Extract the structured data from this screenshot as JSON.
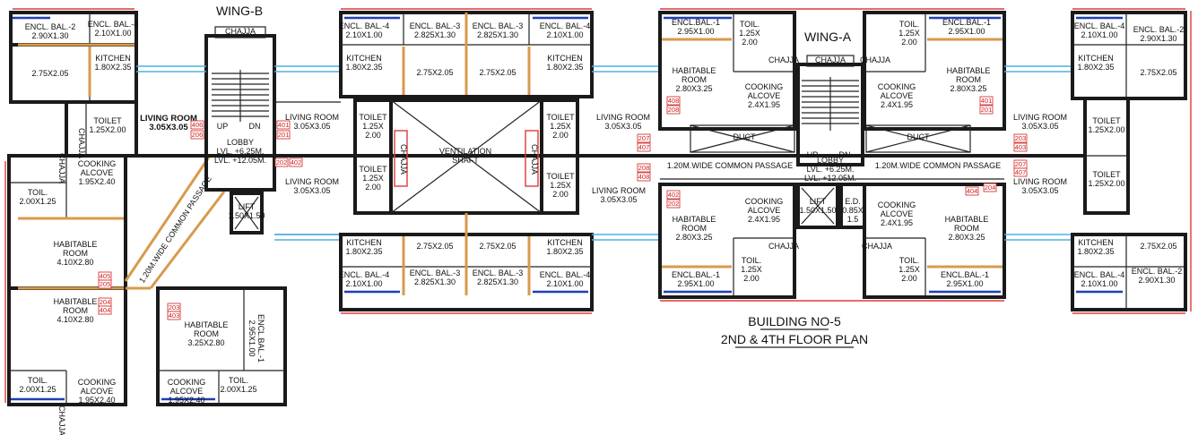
{
  "titles": {
    "wing_b": "WING-B",
    "wing_a": "WING-A",
    "building": "BUILDING NO-5",
    "floor_plan": "2ND & 4TH FLOOR PLAN"
  },
  "room_labels": [
    {
      "id": "b-encl-bal-2-top",
      "lines": [
        "ENCL. BAL.-2",
        "2.90X1.30"
      ]
    },
    {
      "id": "b-encl-bal-4-top",
      "lines": [
        "ENCL. BAL.-4",
        "2.10X1.00"
      ]
    },
    {
      "id": "b-kitchen-top",
      "lines": [
        "KITCHEN",
        "1.80X2.35"
      ]
    },
    {
      "id": "b-room-top",
      "lines": [
        "2.75X2.05"
      ]
    },
    {
      "id": "b-living-left",
      "lines": [
        "LIVING ROOM",
        "3.05X3.05"
      ],
      "bold": true
    },
    {
      "id": "b-toilet-left",
      "lines": [
        "TOILET",
        "1.25X2.00"
      ]
    },
    {
      "id": "b-chajja-v1",
      "lines": [
        "CHAJJA"
      ],
      "vertical": true
    },
    {
      "id": "b-chajja-v2",
      "lines": [
        "CHAJJA"
      ],
      "vertical": true
    },
    {
      "id": "b-toil-w1",
      "lines": [
        "TOIL.",
        "2.00X1.25"
      ]
    },
    {
      "id": "b-cooking-w1",
      "lines": [
        "COOKING",
        "ALCOVE",
        "1.95X2.40"
      ]
    },
    {
      "id": "b-habitable-w1",
      "lines": [
        "HABITABLE",
        "ROOM",
        "4.10X2.80"
      ]
    },
    {
      "id": "b-passage",
      "lines": [
        "1.20M.WIDE COMMON PASSAGE"
      ],
      "rotated": true
    },
    {
      "id": "b-habitable-w2",
      "lines": [
        "HABITABLE",
        "ROOM",
        "4.10X2.80"
      ]
    },
    {
      "id": "b-toil-w2",
      "lines": [
        "TOIL.",
        "2.00X1.25"
      ]
    },
    {
      "id": "b-cooking-w2",
      "lines": [
        "COOKING",
        "ALCOVE",
        "1.95X2.40"
      ]
    },
    {
      "id": "b-chajja-v3",
      "lines": [
        "CHAJJA"
      ],
      "vertical": true
    },
    {
      "id": "b-habitable-c",
      "lines": [
        "HABITABLE",
        "ROOM",
        "3.25X2.80"
      ]
    },
    {
      "id": "b-encl-bal-1-v",
      "lines": [
        "ENCL.BAL.-1",
        "2.95X1.00"
      ],
      "vertical": true
    },
    {
      "id": "b-cooking-c",
      "lines": [
        "COOKING",
        "ALCOVE",
        "1.95X2.40"
      ]
    },
    {
      "id": "b-toil-c",
      "lines": [
        "TOIL.",
        "2.00X1.25"
      ]
    },
    {
      "id": "b-chajja-stair",
      "lines": [
        "CHAJJA"
      ]
    },
    {
      "id": "b-up",
      "lines": [
        "UP"
      ]
    },
    {
      "id": "b-dn",
      "lines": [
        "DN"
      ]
    },
    {
      "id": "b-lobby",
      "lines": [
        "LOBBY",
        "LVL. +6.25M.",
        "LVL. +12.05M."
      ]
    },
    {
      "id": "b-lift",
      "lines": [
        "LIFT",
        "1.50X1.50"
      ]
    },
    {
      "id": "b-living-r1",
      "lines": [
        "LIVING ROOM",
        "3.05X3.05"
      ]
    },
    {
      "id": "b-living-r2",
      "lines": [
        "LIVING ROOM",
        "3.05X3.05"
      ]
    },
    {
      "id": "m-encl4-tl",
      "lines": [
        "ENCL. BAL.-4",
        "2.10X1.00"
      ]
    },
    {
      "id": "m-encl3-tl",
      "lines": [
        "ENCL. BAL.-3",
        "2.825X1.30"
      ]
    },
    {
      "id": "m-encl3-tr",
      "lines": [
        "ENCL. BAL.-3",
        "2.825X1.30"
      ]
    },
    {
      "id": "m-encl4-tr",
      "lines": [
        "ENCL. BAL.-4",
        "2.10X1.00"
      ]
    },
    {
      "id": "m-kitchen-tl",
      "lines": [
        "KITCHEN",
        "1.80X2.35"
      ]
    },
    {
      "id": "m-room-tl",
      "lines": [
        "2.75X2.05"
      ]
    },
    {
      "id": "m-room-tr",
      "lines": [
        "2.75X2.05"
      ]
    },
    {
      "id": "m-kitchen-tr",
      "lines": [
        "KITCHEN",
        "1.80X2.35"
      ]
    },
    {
      "id": "m-toilet-1",
      "lines": [
        "TOILET",
        "1.25X",
        "2.00"
      ]
    },
    {
      "id": "m-toilet-2",
      "lines": [
        "TOILET",
        "1.25X",
        "2.00"
      ]
    },
    {
      "id": "m-toilet-3",
      "lines": [
        "TOILET",
        "1.25X",
        "2.00"
      ]
    },
    {
      "id": "m-toilet-4",
      "lines": [
        "TOILET",
        "1.25X",
        "2.00"
      ]
    },
    {
      "id": "m-chajja-l",
      "lines": [
        "CHAJJA"
      ],
      "vertical": true
    },
    {
      "id": "m-chajja-r",
      "lines": [
        "CHAJJA"
      ],
      "vertical": true
    },
    {
      "id": "m-shaft",
      "lines": [
        "VENTILATION",
        "SHAFT"
      ]
    },
    {
      "id": "m-kitchen-bl",
      "lines": [
        "KITCHEN",
        "1.80X2.35"
      ]
    },
    {
      "id": "m-room-bl",
      "lines": [
        "2.75X2.05"
      ]
    },
    {
      "id": "m-room-br",
      "lines": [
        "2.75X2.05"
      ]
    },
    {
      "id": "m-kitchen-br",
      "lines": [
        "KITCHEN",
        "1.80X2.35"
      ]
    },
    {
      "id": "m-encl4-bl",
      "lines": [
        "ENCL. BAL.-4",
        "2.10X1.00"
      ]
    },
    {
      "id": "m-encl3-bl",
      "lines": [
        "ENCL. BAL.-3",
        "2.825X1.30"
      ]
    },
    {
      "id": "m-encl3-br",
      "lines": [
        "ENCL. BAL.-3",
        "2.825X1.30"
      ]
    },
    {
      "id": "m-encl4-br",
      "lines": [
        "ENCL. BAL.-4",
        "2.10X1.00"
      ]
    },
    {
      "id": "a-living-1",
      "lines": [
        "LIVING ROOM",
        "3.05X3.05"
      ]
    },
    {
      "id": "a-living-2",
      "lines": [
        "LIVING ROOM",
        "3.05X3.05"
      ]
    },
    {
      "id": "a-encl1-tl",
      "lines": [
        "ENCL.BAL.-1",
        "2.95X1.00"
      ]
    },
    {
      "id": "a-toil-tl",
      "lines": [
        "TOIL.",
        "1.25X",
        "2.00"
      ]
    },
    {
      "id": "a-habitable-tl",
      "lines": [
        "HABITABLE",
        "ROOM",
        "2.80X3.25"
      ]
    },
    {
      "id": "a-cooking-tl",
      "lines": [
        "COOKING",
        "ALCOVE",
        "2.4X1.95"
      ]
    },
    {
      "id": "a-chajja-1",
      "lines": [
        "CHAJJA"
      ]
    },
    {
      "id": "a-chajja-2",
      "lines": [
        "CHAJJA"
      ]
    },
    {
      "id": "a-chajja-3",
      "lines": [
        "CHAJJA"
      ]
    },
    {
      "id": "a-toil-tr",
      "lines": [
        "TOIL.",
        "1.25X",
        "2.00"
      ]
    },
    {
      "id": "a-encl1-tr",
      "lines": [
        "ENCL.BAL.-1",
        "2.95X1.00"
      ]
    },
    {
      "id": "a-cooking-tr",
      "lines": [
        "COOKING",
        "ALCOVE",
        "2.4X1.95"
      ]
    },
    {
      "id": "a-habitable-tr",
      "lines": [
        "HABITABLE",
        "ROOM",
        "2.80X3.25"
      ]
    },
    {
      "id": "a-duct-l",
      "lines": [
        "DUCT"
      ]
    },
    {
      "id": "a-duct-r",
      "lines": [
        "DUCT"
      ]
    },
    {
      "id": "a-passage-l",
      "lines": [
        "1.20M.WIDE COMMON PASSAGE"
      ]
    },
    {
      "id": "a-passage-r",
      "lines": [
        "1.20M.WIDE COMMON PASSAGE"
      ]
    },
    {
      "id": "a-up",
      "lines": [
        "UP"
      ]
    },
    {
      "id": "a-dn",
      "lines": [
        "DN"
      ]
    },
    {
      "id": "a-lobby",
      "lines": [
        "LOBBY",
        "LVL. +6.25M.",
        "LVL. +12.05M."
      ]
    },
    {
      "id": "a-lift",
      "lines": [
        "LIFT",
        "1.50X1.50"
      ]
    },
    {
      "id": "a-ed",
      "lines": [
        "E.D.",
        "0.85X",
        "1.5"
      ]
    },
    {
      "id": "a-habitable-bl",
      "lines": [
        "HABITABLE",
        "ROOM",
        "2.80X3.25"
      ]
    },
    {
      "id": "a-cooking-bl",
      "lines": [
        "COOKING",
        "ALCOVE",
        "2.4X1.95"
      ]
    },
    {
      "id": "a-chajja-4",
      "lines": [
        "CHAJJA"
      ]
    },
    {
      "id": "a-chajja-5",
      "lines": [
        "CHAJJA"
      ]
    },
    {
      "id": "a-toil-bl",
      "lines": [
        "TOIL.",
        "1.25X",
        "2.00"
      ]
    },
    {
      "id": "a-encl1-bl",
      "lines": [
        "ENCL.BAL.-1",
        "2.95X1.00"
      ]
    },
    {
      "id": "a-cooking-br",
      "lines": [
        "COOKING",
        "ALCOVE",
        "2.4X1.95"
      ]
    },
    {
      "id": "a-habitable-br",
      "lines": [
        "HABITABLE",
        "ROOM",
        "2.80X3.25"
      ]
    },
    {
      "id": "a-toil-br",
      "lines": [
        "TOIL.",
        "1.25X",
        "2.00"
      ]
    },
    {
      "id": "a-encl1-br",
      "lines": [
        "ENCL.BAL.-1",
        "2.95X1.00"
      ]
    },
    {
      "id": "r-encl4-t",
      "lines": [
        "ENCL. BAL.-4",
        "2.10X1.00"
      ]
    },
    {
      "id": "r-encl2-t",
      "lines": [
        "ENCL. BAL.-2",
        "2.90X1.30"
      ]
    },
    {
      "id": "r-kitchen-t",
      "lines": [
        "KITCHEN",
        "1.80X2.35"
      ]
    },
    {
      "id": "r-room-t",
      "lines": [
        "2.75X2.05"
      ]
    },
    {
      "id": "r-living-1",
      "lines": [
        "LIVING ROOM",
        "3.05X3.05"
      ]
    },
    {
      "id": "r-toilet-1",
      "lines": [
        "TOILET",
        "1.25X2.00"
      ]
    },
    {
      "id": "r-toilet-2",
      "lines": [
        "TOILET",
        "1.25X2.00"
      ]
    },
    {
      "id": "r-living-2",
      "lines": [
        "LIVING ROOM",
        "3.05X3.05"
      ]
    },
    {
      "id": "r-kitchen-b",
      "lines": [
        "KITCHEN",
        "1.80X2.35"
      ]
    },
    {
      "id": "r-room-b",
      "lines": [
        "2.75X2.05"
      ]
    },
    {
      "id": "r-encl4-b",
      "lines": [
        "ENCL. BAL.-4",
        "2.10X1.00"
      ]
    },
    {
      "id": "r-encl2-b",
      "lines": [
        "ENCL. BAL.-2",
        "2.90X1.30"
      ]
    }
  ],
  "unit_tags": [
    {
      "id": "t1",
      "text": "406"
    },
    {
      "id": "t2",
      "text": "206"
    },
    {
      "id": "t3",
      "text": "401"
    },
    {
      "id": "t4",
      "text": "201"
    },
    {
      "id": "t5",
      "text": "202"
    },
    {
      "id": "t6",
      "text": "402"
    },
    {
      "id": "t7",
      "text": "405"
    },
    {
      "id": "t8",
      "text": "205"
    },
    {
      "id": "t9",
      "text": "204"
    },
    {
      "id": "t10",
      "text": "404"
    },
    {
      "id": "t11",
      "text": "203"
    },
    {
      "id": "t12",
      "text": "403"
    },
    {
      "id": "t13",
      "text": "207"
    },
    {
      "id": "t14",
      "text": "407"
    },
    {
      "id": "t15",
      "text": "208"
    },
    {
      "id": "t16",
      "text": "408"
    },
    {
      "id": "t17",
      "text": "408"
    },
    {
      "id": "t18",
      "text": "208"
    },
    {
      "id": "t19",
      "text": "401"
    },
    {
      "id": "t20",
      "text": "201"
    },
    {
      "id": "t21",
      "text": "402"
    },
    {
      "id": "t22",
      "text": "202"
    },
    {
      "id": "t23",
      "text": "203"
    },
    {
      "id": "t24",
      "text": "403"
    },
    {
      "id": "t25",
      "text": "207"
    },
    {
      "id": "t26",
      "text": "407"
    },
    {
      "id": "t27",
      "text": "404"
    },
    {
      "id": "t28",
      "text": "204"
    }
  ]
}
